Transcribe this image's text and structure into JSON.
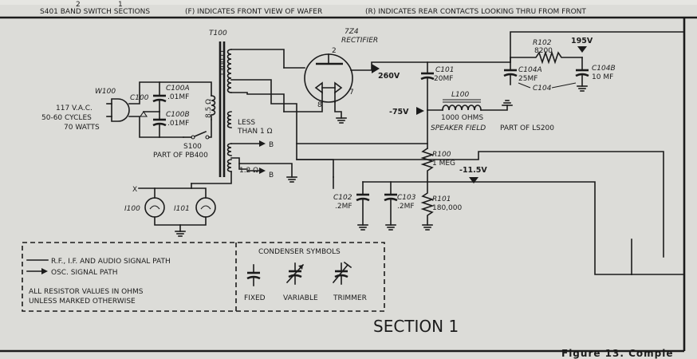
{
  "header": {
    "band_switch": "S401 BAND SWITCH SECTIONS",
    "front_note": "(F) INDICATES FRONT VIEW OF WAFER",
    "rear_note": "(R) INDICATES REAR CONTACTS LOOKING THRU FROM FRONT"
  },
  "power_input": {
    "plug_ref": "W100",
    "spec": [
      "117 V.A.C.",
      "50-60 CYCLES",
      "70 WATTS"
    ],
    "switch_ref": "S100",
    "switch_part": "PART OF PB400"
  },
  "capacitors": {
    "c100_ref": "C100",
    "c100a": [
      "C100A",
      ".01MF"
    ],
    "c100b": [
      "C100B",
      ".01MF"
    ],
    "c101": [
      "C101",
      "20MF"
    ],
    "c102": [
      "C102",
      ".2MF"
    ],
    "c103": [
      "C103",
      ".2MF"
    ],
    "c104a": [
      "C104A",
      "25MF"
    ],
    "c104b": [
      "C104B",
      "10 MF"
    ],
    "c104": "C104"
  },
  "transformer": {
    "ref": "T100",
    "hv": "1300 Ω",
    "low": "8.5 Ω",
    "less": [
      "LESS",
      "THAN 1 Ω"
    ],
    "tap_b1": "B",
    "tap_b2": "B",
    "tap_12": "1.2 Ω"
  },
  "tube": {
    "ref": "7Z4",
    "name": "RECTIFIER",
    "pins": [
      "2",
      "7",
      "8"
    ]
  },
  "voltages": {
    "v260": "260V",
    "v195": "195V",
    "vm75": "-75V",
    "vm115": "-11.5V"
  },
  "field_coil": {
    "ref": "L100",
    "ohms": "1000 OHMS",
    "caption": "SPEAKER FIELD",
    "part": "PART OF LS200"
  },
  "resistors": {
    "r100": [
      "R100",
      "1 MEG"
    ],
    "r101": [
      "R101",
      "180,000"
    ],
    "r102": [
      "R102",
      "8200"
    ]
  },
  "lamps": {
    "lead": "X",
    "i100": "I100",
    "i101": "I101"
  },
  "legend": {
    "signal_path": "R.F., I.F. AND AUDIO SIGNAL PATH",
    "osc_path": "OSC. SIGNAL PATH",
    "note": [
      "ALL RESISTOR VALUES IN OHMS",
      "UNLESS MARKED OTHERWISE"
    ],
    "symbols_title": "CONDENSER SYMBOLS",
    "fixed": "FIXED",
    "variable": "VARIABLE",
    "trimmer": "TRIMMER"
  },
  "section_label": "SECTION 1",
  "figure_caption": "Figure 13.  Comple"
}
